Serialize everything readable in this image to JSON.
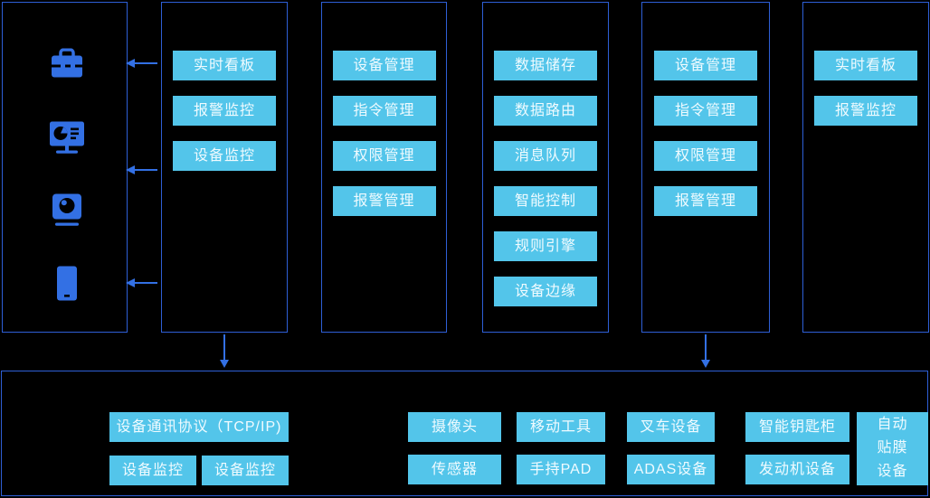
{
  "diagram": {
    "colors": {
      "background": "#000000",
      "panel_border": "#2e5fd6",
      "button_bg": "#53c5ea",
      "button_text": "#f0fbff",
      "icon_accent": "#3370e4"
    },
    "left_panel": {
      "icons": [
        "toolbox",
        "dashboard-monitor",
        "webcam",
        "smartphone"
      ]
    },
    "columns": [
      {
        "name": "monitoring-apps",
        "buttons": [
          "实时看板",
          "报警监控",
          "设备监控"
        ]
      },
      {
        "name": "management-left",
        "buttons": [
          "设备管理",
          "指令管理",
          "权限管理",
          "报警管理"
        ]
      },
      {
        "name": "core-platform",
        "buttons": [
          "数据储存",
          "数据路由",
          "消息队列",
          "智能控制",
          "规则引擎",
          "设备边缘"
        ]
      },
      {
        "name": "management-right",
        "buttons": [
          "设备管理",
          "指令管理",
          "权限管理",
          "报警管理"
        ]
      },
      {
        "name": "monitoring-boards",
        "buttons": [
          "实时看板",
          "报警监控"
        ]
      }
    ],
    "bottom_panel": {
      "protocol": "设备通讯协议（TCP/IP)",
      "monitors": [
        "设备监控",
        "设备监控"
      ],
      "devices_row1": [
        "摄像头",
        "移动工具",
        "叉车设备",
        "智能钥匙柜"
      ],
      "devices_row2": [
        "传感器",
        "手持PAD",
        "ADAS设备",
        "发动机设备"
      ],
      "tall_device": "自动贴膜设备"
    }
  }
}
